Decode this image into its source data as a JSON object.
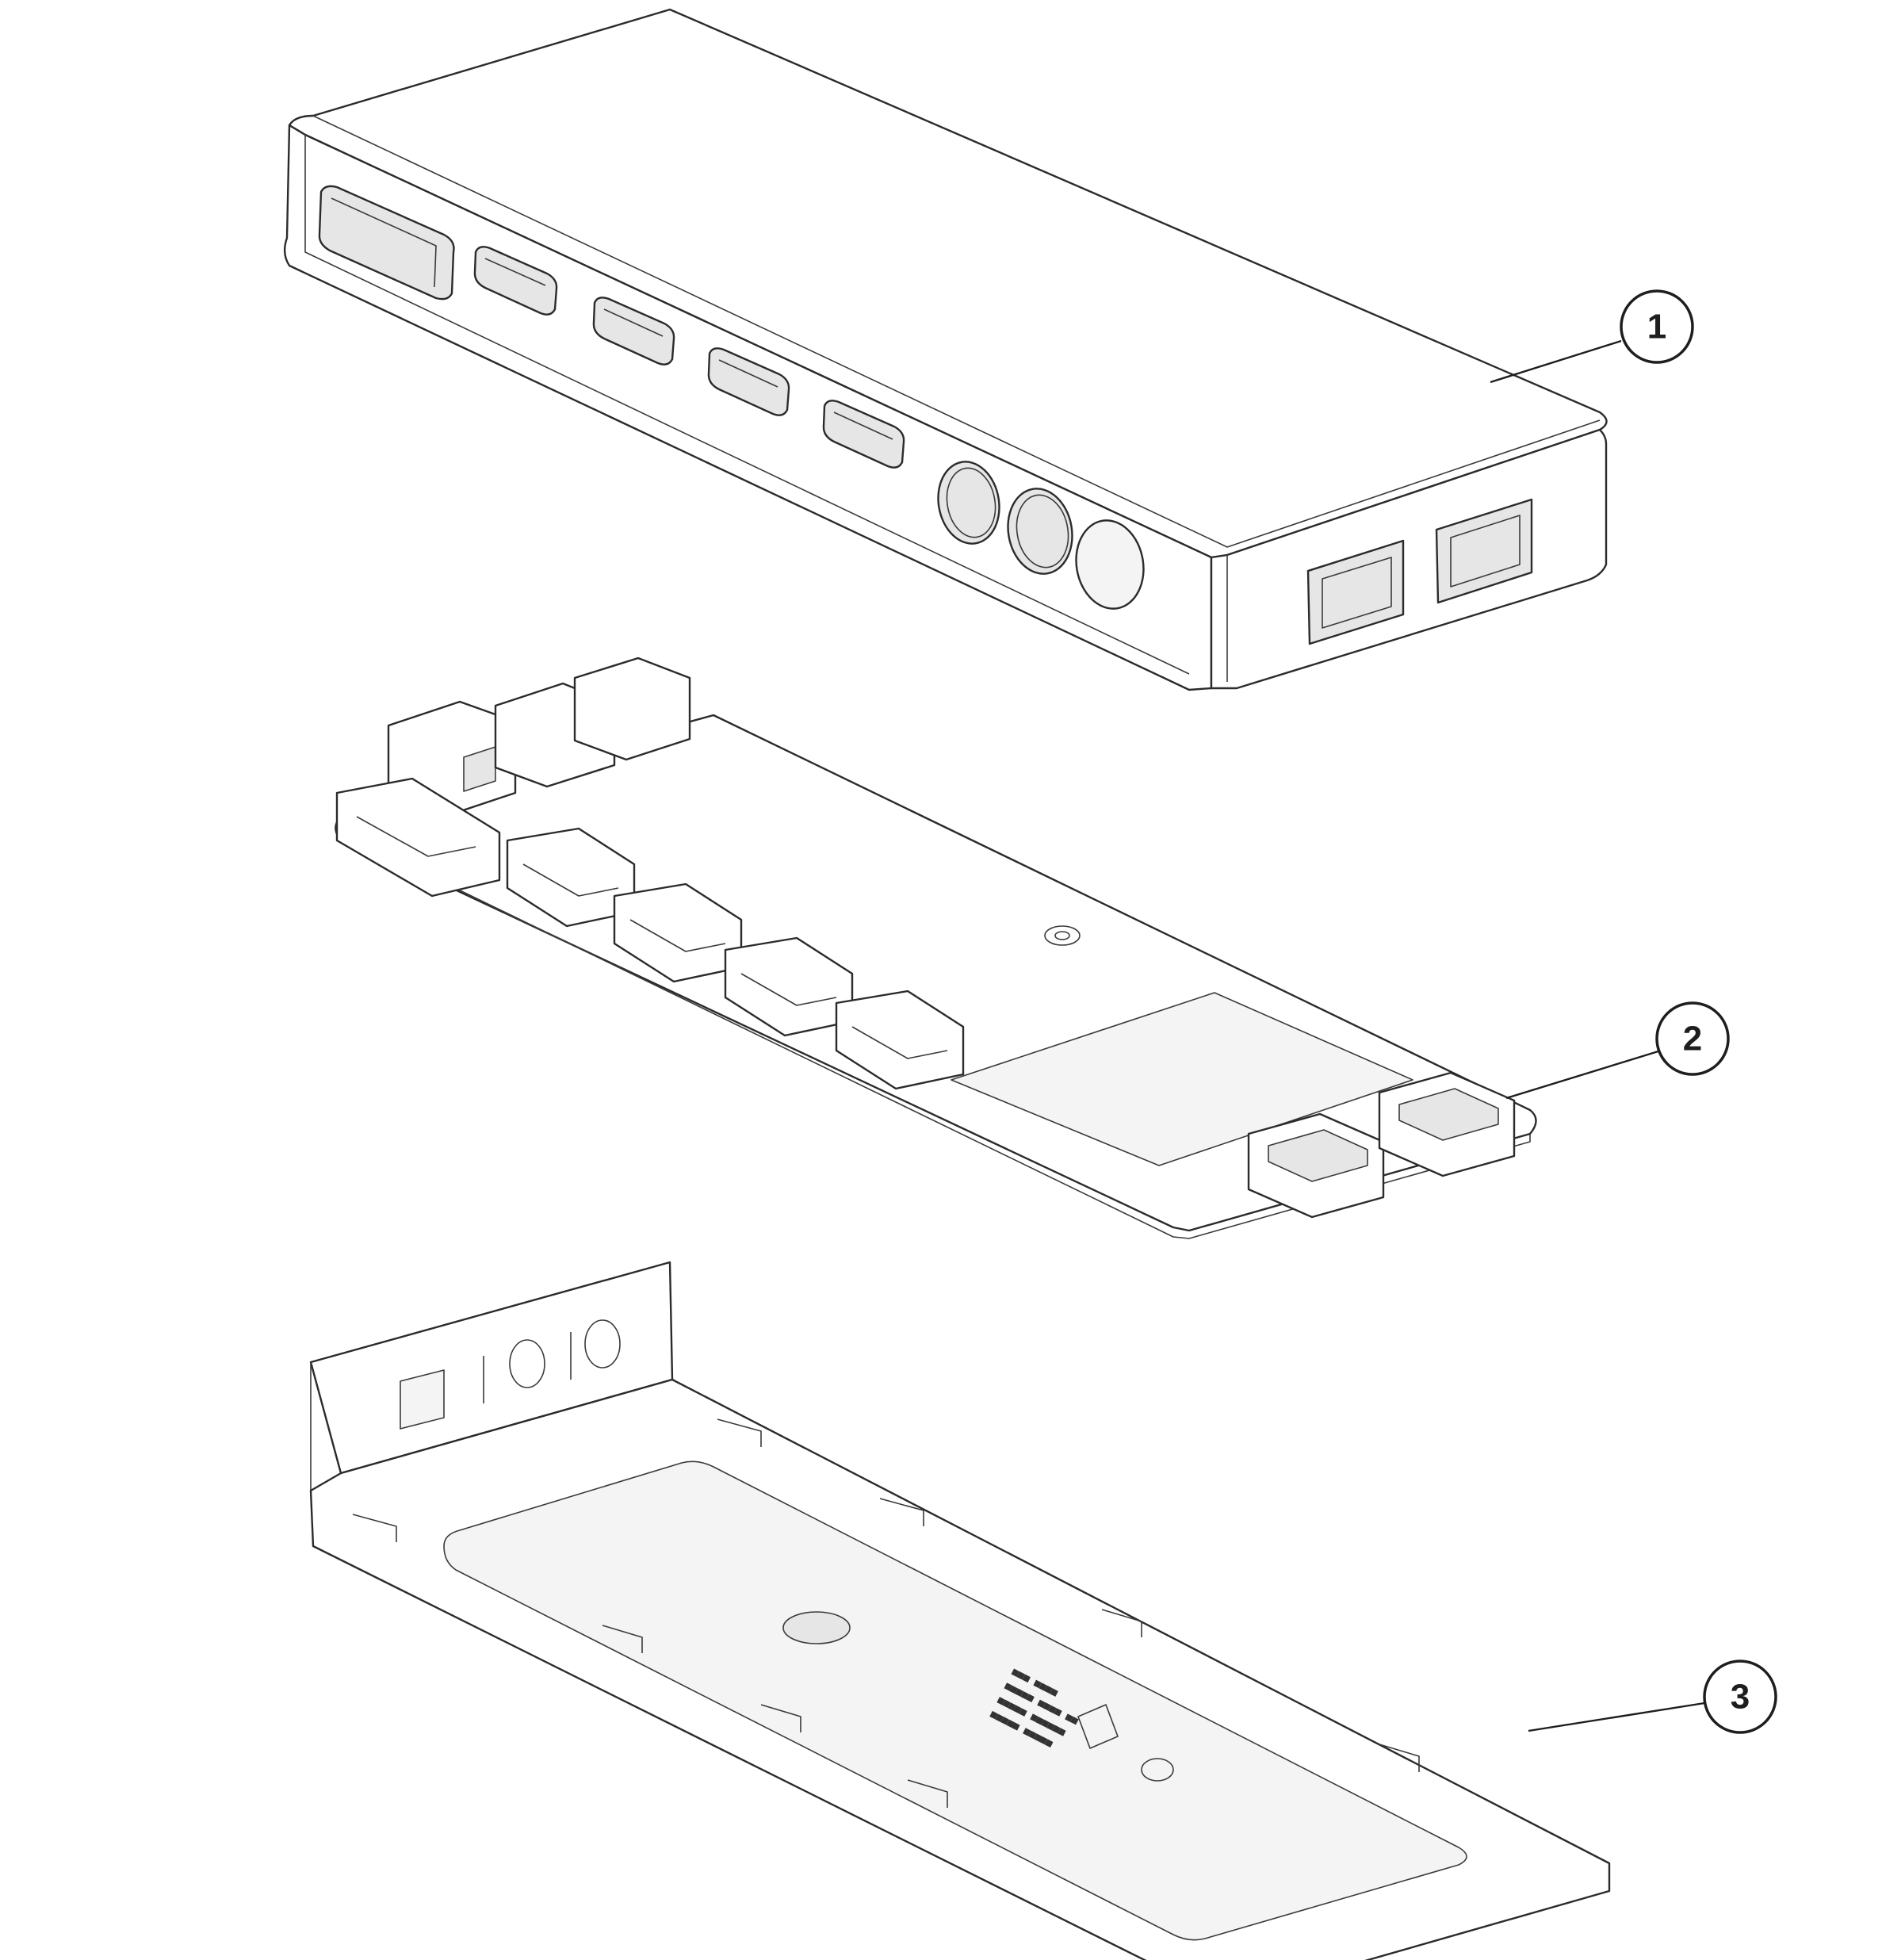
{
  "diagram": {
    "callouts": [
      {
        "id": "1",
        "label": "1",
        "part": "top-cover"
      },
      {
        "id": "2",
        "label": "2",
        "part": "circuit-board"
      },
      {
        "id": "3",
        "label": "3",
        "part": "bottom-tray"
      }
    ],
    "colors": {
      "line": "#2b2b2b",
      "background": "#ffffff",
      "panel": "#e6e6e6"
    }
  }
}
